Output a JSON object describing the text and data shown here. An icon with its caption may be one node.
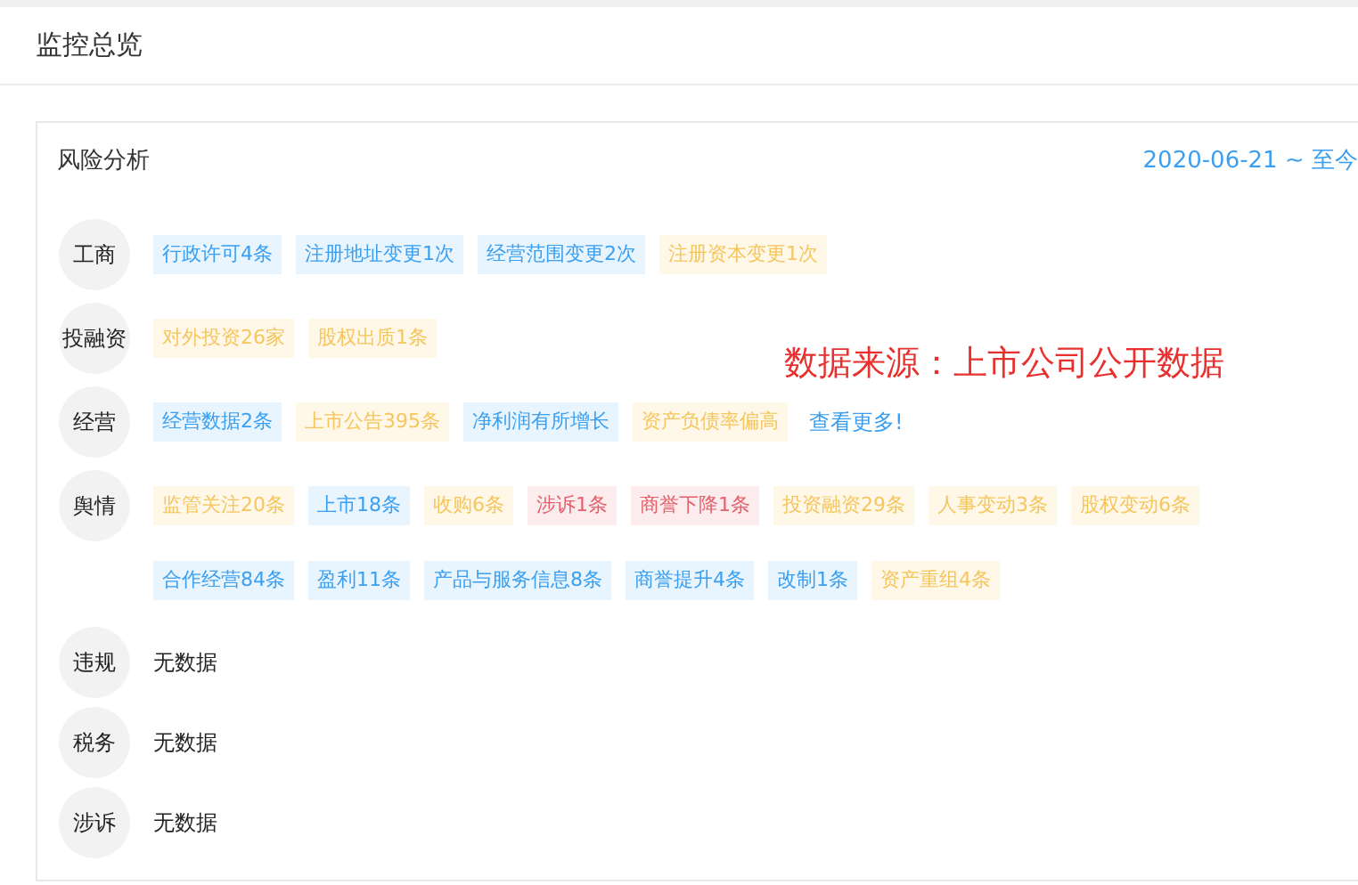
{
  "diagram": {
    "title": "监控总览",
    "nodes": [
      {
        "text": [
          "风险分析",
          "2020-06-21 ~ 至今"
        ]
      },
      {
        "text": [
          "工商"
        ],
        "in": 0
      },
      {
        "text": [
          "行政许可4条"
        ],
        "in": 0
      },
      {
        "text": [
          "注册地址变更1次"
        ],
        "in": 0
      },
      {
        "text": [
          "经营范围变更2次"
        ],
        "in": 0
      },
      {
        "text": [
          "注册资本变更1次"
        ],
        "in": 0
      },
      {
        "text": [
          "投融资"
        ],
        "in": 0
      },
      {
        "text": [
          "对外投资26家"
        ],
        "in": 0
      },
      {
        "text": [
          "股权出质1条"
        ],
        "in": 0
      },
      {
        "text": [
          "经营"
        ],
        "in": 0
      },
      {
        "text": [
          "经营数据2条"
        ],
        "in": 0
      },
      {
        "text": [
          "上市公告395条"
        ],
        "in": 0
      },
      {
        "text": [
          "净利润有所增长"
        ],
        "in": 0
      },
      {
        "text": [
          "资产负债率偏高"
        ],
        "in": 0
      },
      {
        "text": [
          "舆情"
        ],
        "in": 0
      },
      {
        "text": [
          "监管关注20条"
        ],
        "in": 0
      },
      {
        "text": [
          "上市18条"
        ],
        "in": 0
      },
      {
        "text": [
          "收购6条"
        ],
        "in": 0
      },
      {
        "text": [
          "涉诉1条"
        ],
        "in": 0
      },
      {
        "text": [
          "商誉下降1条"
        ],
        "in": 0
      },
      {
        "text": [
          "投资融资29条"
        ],
        "in": 0
      },
      {
        "text": [
          "人事变动3条"
        ],
        "in": 0
      },
      {
        "text": [
          "股权变动6条"
        ],
        "in": 0
      },
      {
        "text": [
          "合作经营84条"
        ],
        "in": 0
      },
      {
        "text": [
          "盈利11条"
        ],
        "in": 0
      },
      {
        "text": [
          "产品与服务信息8条"
        ],
        "in": 0
      },
      {
        "text": [
          "商誉提升4条"
        ],
        "in": 0
      },
      {
        "text": [
          "改制1条"
        ],
        "in": 0
      },
      {
        "text": [
          "资产重组4条"
        ],
        "in": 0
      },
      {
        "text": [
          "违规"
        ],
        "in": 0
      },
      {
        "text": [
          "税务"
        ],
        "in": 0
      },
      {
        "text": [
          "涉诉"
        ],
        "in": 0
      }
    ],
    "labels": [
      "查看更多!",
      "数据来源：上市公司公开数据",
      "无数据",
      "无数据",
      "无数据"
    ]
  }
}
